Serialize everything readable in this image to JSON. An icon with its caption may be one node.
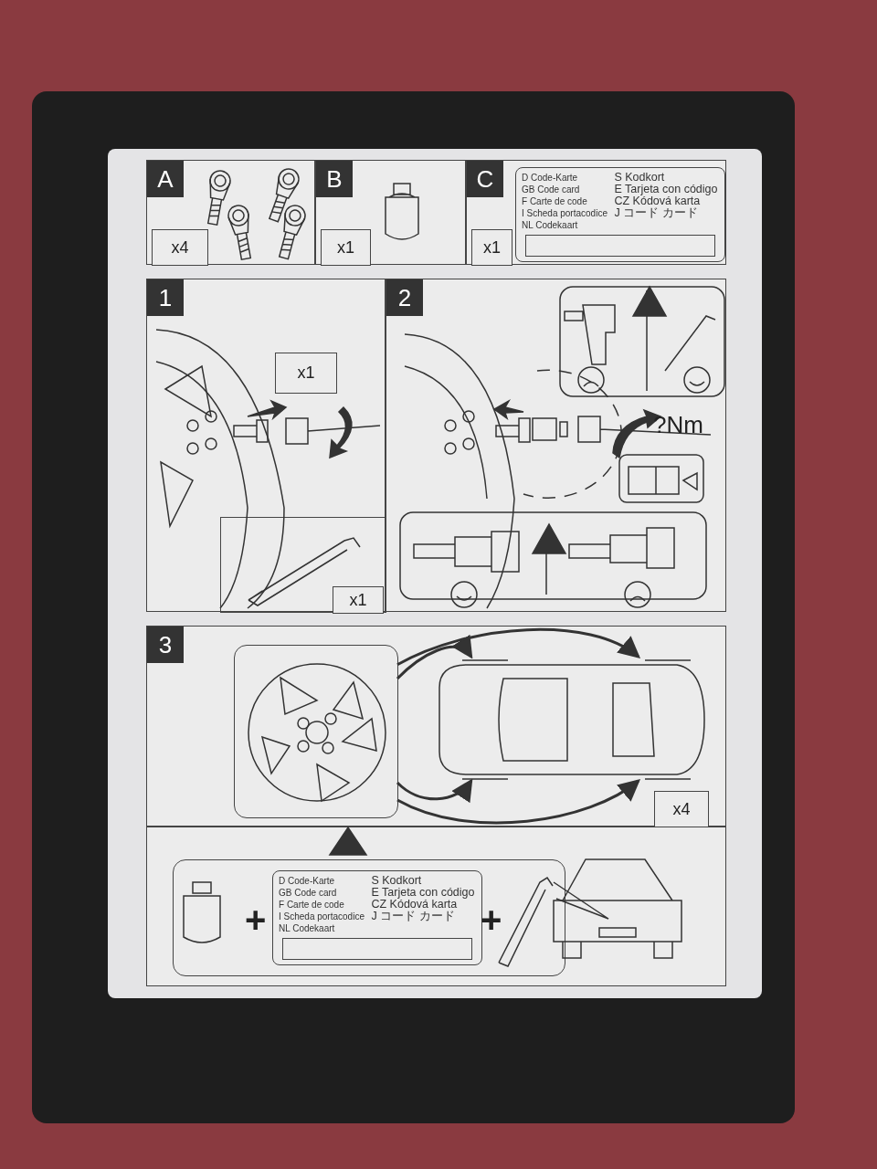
{
  "diagram": {
    "nodes": [
      {
        "text": [
          "A"
        ]
      },
      {
        "text": [
          "x4"
        ],
        "in": 0
      },
      {
        "text": [
          "B"
        ]
      },
      {
        "text": [
          "x1"
        ],
        "in": 2
      },
      {
        "text": [
          "C"
        ]
      },
      {
        "text": [
          "x1"
        ],
        "in": 4
      },
      {
        "text": [
          "D Code-Karte",
          "GB Code card",
          "F Carte de code",
          "I Scheda portacodice",
          "NL Codekaart",
          "S Kodkort",
          "E Tarjeta con código",
          "CZ Kódová karta",
          "J コード カード"
        ],
        "in": 4
      },
      {
        "text": [
          "1"
        ]
      },
      {
        "text": [
          "x1"
        ],
        "in": 7
      },
      {
        "text": [],
        "shape": "box",
        "in": 7
      },
      {
        "text": [
          "x1"
        ],
        "in": 9
      },
      {
        "text": [
          "2"
        ]
      },
      {
        "text": [
          "3"
        ]
      },
      {
        "text": [],
        "shape": "picture",
        "in": 12
      },
      {
        "text": [],
        "shape": "picture",
        "in": 12
      },
      {
        "text": [
          "x4"
        ],
        "in": 12
      },
      {
        "text": [],
        "shape": "box"
      },
      {
        "text": [],
        "shape": "box",
        "in": 16
      },
      {
        "text": [
          "D Code-Karte",
          "GB Code card",
          "F Carte de code",
          "I Scheda portacodice",
          "NL Codekaart",
          "S Kodkort",
          "E Tarjeta con código",
          "CZ Kódová karta",
          "J コード カード"
        ],
        "in": 17
      }
    ],
    "edges": [
      {
        "from": 13,
        "to": 14,
        "arrow": "to"
      },
      {
        "from": 13,
        "to": 14,
        "arrow": "to"
      },
      {
        "from": 13,
        "to": 14,
        "arrow": "to"
      },
      {
        "from": 13,
        "to": 14,
        "arrow": "to"
      }
    ],
    "labels": [
      "?Nm",
      "+",
      "+"
    ]
  }
}
